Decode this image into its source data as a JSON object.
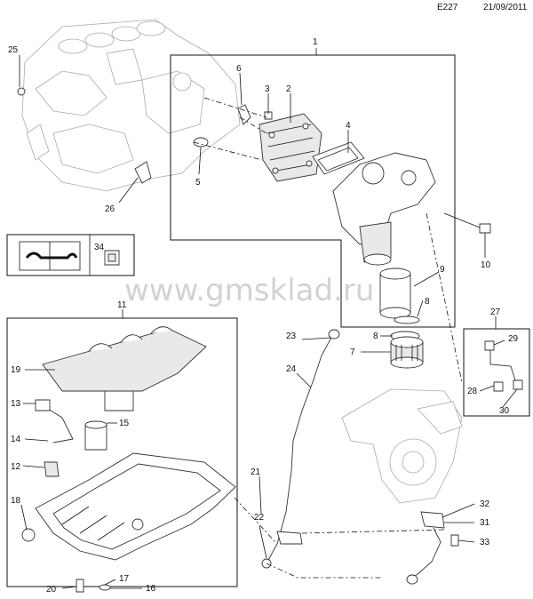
{
  "header": {
    "code": "E227",
    "date": "21/09/2011"
  },
  "watermark": "www.gmsklad.ru",
  "callouts": {
    "c1": "1",
    "c2": "2",
    "c3": "3",
    "c4": "4",
    "c5": "5",
    "c6": "6",
    "c7": "7",
    "c8a": "8",
    "c8b": "8",
    "c9": "9",
    "c10": "10",
    "c11": "11",
    "c12": "12",
    "c13": "13",
    "c14": "14",
    "c15": "15",
    "c16": "16",
    "c17": "17",
    "c18": "18",
    "c19": "19",
    "c20": "20",
    "c21": "21",
    "c22": "22",
    "c23": "23",
    "c24": "24",
    "c25": "25",
    "c26": "26",
    "c27": "27",
    "c28": "28",
    "c29": "29",
    "c30": "30",
    "c31": "31",
    "c32": "32",
    "c33": "33",
    "c34": "34"
  }
}
